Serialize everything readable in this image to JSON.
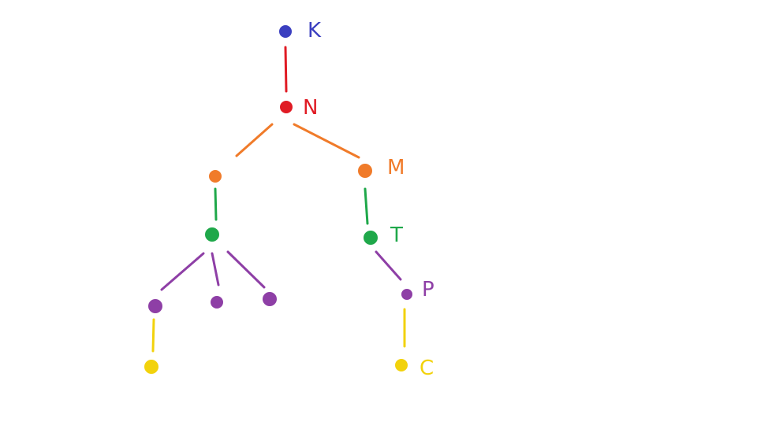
{
  "diagram": {
    "colors": {
      "level0": "#3b3fc0",
      "level1": "#e01b24",
      "level2": "#f07b2a",
      "level3": "#1fa84a",
      "level4": "#8e3fa6",
      "level5": "#f2d20c"
    },
    "nodes": [
      {
        "id": "k",
        "label": "K",
        "level": "level0"
      },
      {
        "id": "n",
        "label": "N",
        "level": "level1"
      },
      {
        "id": "left-orange",
        "label": "",
        "level": "level2"
      },
      {
        "id": "m",
        "label": "M",
        "level": "level2"
      },
      {
        "id": "left-green",
        "label": "",
        "level": "level3"
      },
      {
        "id": "t",
        "label": "T",
        "level": "level3"
      },
      {
        "id": "purple-a",
        "label": "",
        "level": "level4"
      },
      {
        "id": "purple-b",
        "label": "",
        "level": "level4"
      },
      {
        "id": "purple-c",
        "label": "",
        "level": "level4"
      },
      {
        "id": "p",
        "label": "P",
        "level": "level4"
      },
      {
        "id": "yellow-left",
        "label": "",
        "level": "level5"
      },
      {
        "id": "c",
        "label": "C",
        "level": "level5"
      }
    ],
    "edges": [
      {
        "from": "k",
        "to": "n",
        "level": "level1"
      },
      {
        "from": "n",
        "to": "left-orange",
        "level": "level2"
      },
      {
        "from": "n",
        "to": "m",
        "level": "level2"
      },
      {
        "from": "left-orange",
        "to": "left-green",
        "level": "level3"
      },
      {
        "from": "m",
        "to": "t",
        "level": "level3"
      },
      {
        "from": "left-green",
        "to": "purple-a",
        "level": "level4"
      },
      {
        "from": "left-green",
        "to": "purple-b",
        "level": "level4"
      },
      {
        "from": "left-green",
        "to": "purple-c",
        "level": "level4"
      },
      {
        "from": "t",
        "to": "p",
        "level": "level4"
      },
      {
        "from": "purple-a",
        "to": "yellow-left",
        "level": "level5"
      },
      {
        "from": "p",
        "to": "c",
        "level": "level5"
      }
    ]
  }
}
